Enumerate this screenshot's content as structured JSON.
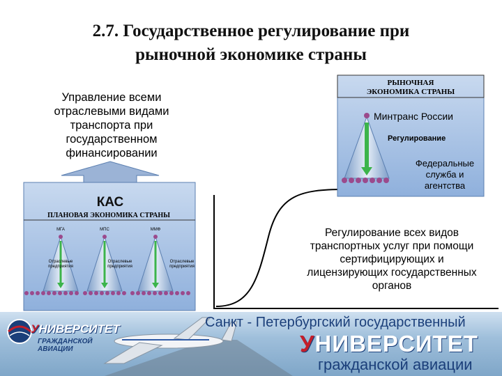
{
  "title": {
    "line1": "2.7. Государственное регулирование при",
    "line2": "рыночной экономике страны"
  },
  "left_box": {
    "text_lines": [
      "Управление всеми",
      "отраслевыми видами",
      "транспорта при",
      "государственном",
      "финансировании"
    ]
  },
  "kas_label": "КАС",
  "planned_economy": {
    "label": "ПЛАНОВАЯ ЭКОНОМИКА СТРАНЫ",
    "ministries": [
      {
        "top": "МГА",
        "bottom": "Отраслевые предприятия"
      },
      {
        "top": "МПС",
        "bottom": "Отраслевые предприятия"
      },
      {
        "top": "ММФ",
        "bottom": "Отраслевые предприятия"
      }
    ]
  },
  "market_economy": {
    "label_line1": "РЫНОЧНАЯ",
    "label_line2": "ЭКОНОМИКА СТРАНЫ",
    "top_label": "Минтранс России",
    "middle_label": "Регулирование",
    "bottom_lines": [
      "Федеральные",
      "служба и",
      "агентства"
    ]
  },
  "right_text_lines": [
    "Регулирование всех видов",
    "транспортных услуг при помощи",
    "сертифицирующих и",
    "лицензирующих государственных",
    "органов"
  ],
  "banner": {
    "line1": "Санкт - Петербургский государственный",
    "line2_first": "У",
    "line2_rest": "НИВЕРСИТЕТ",
    "line3": "гражданской авиации",
    "logo_first": "У",
    "logo_rest": "НИВЕРСИТЕТ",
    "logo_sub": "ГРАЖДАНСКОЙ АВИАЦИИ"
  },
  "colors": {
    "box_fill": "#a9c4e6",
    "arrow_green": "#3cb44b",
    "node_fill": "#9b4a8c",
    "up_arrow": "#9bb3d6",
    "brand_blue": "#1b3f7a",
    "brand_red": "#c41e2a"
  }
}
